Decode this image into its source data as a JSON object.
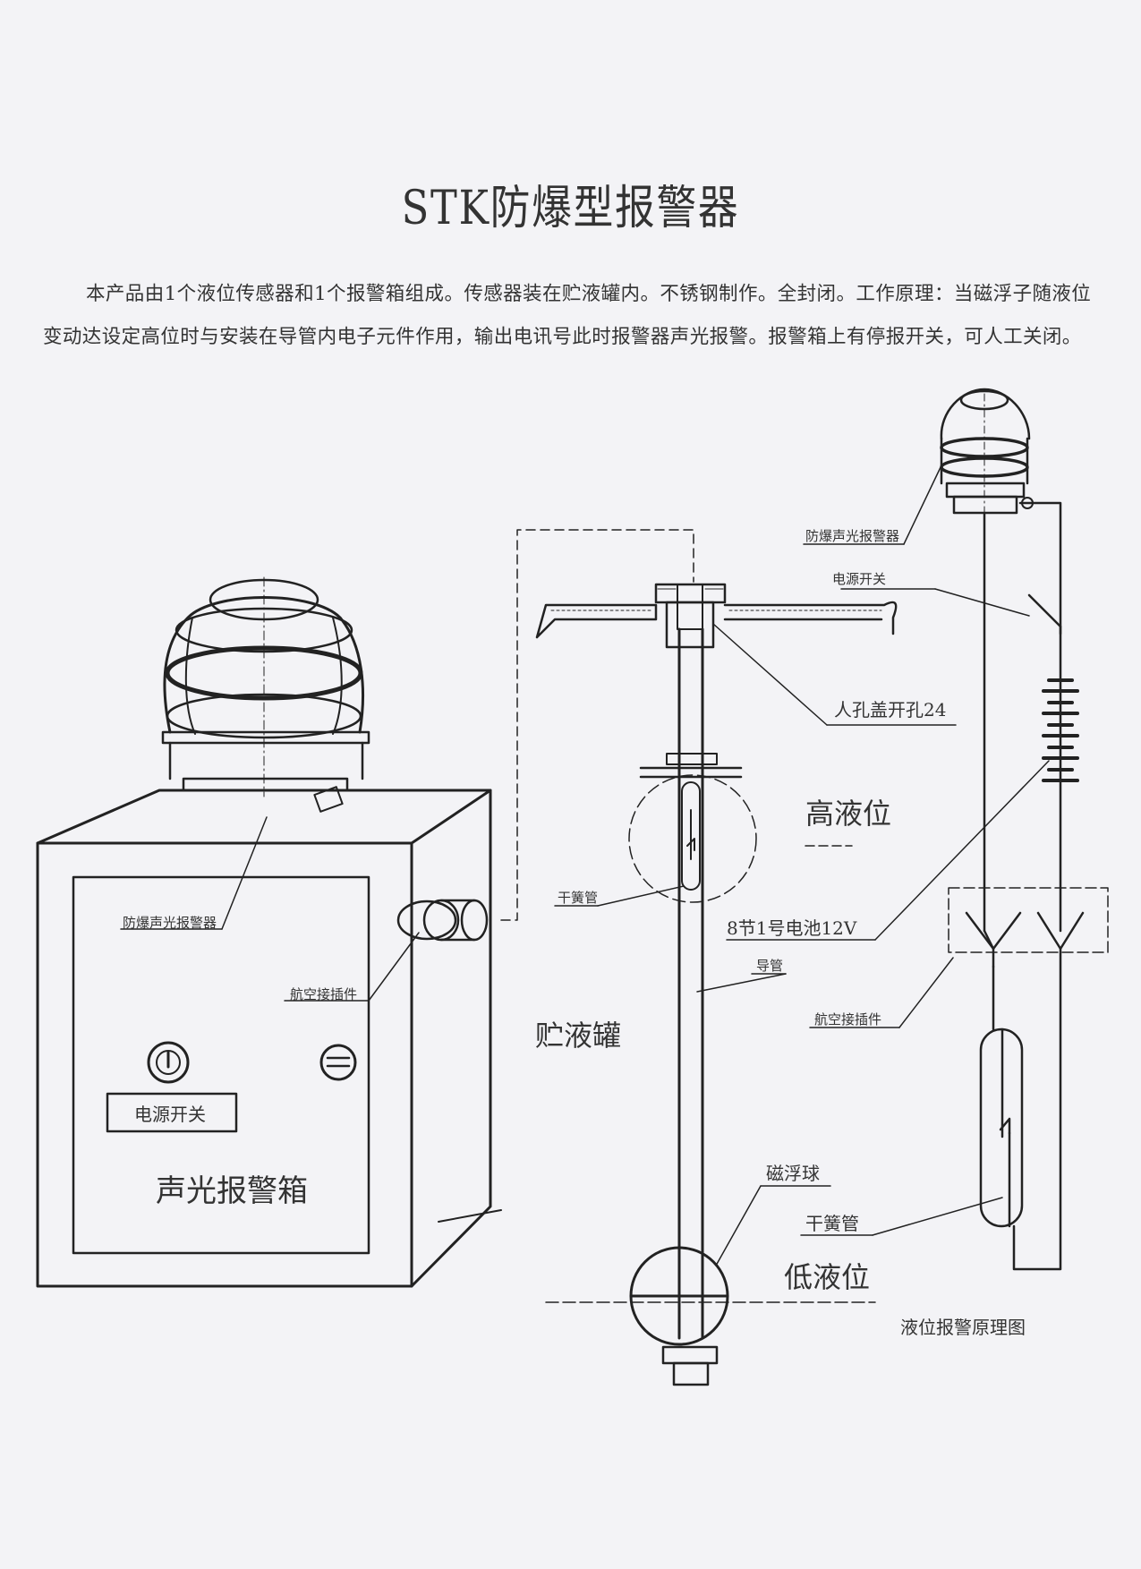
{
  "title": "STK防爆型报警器",
  "description": "本产品由1个液位传感器和1个报警箱组成。传感器装在贮液罐内。不锈钢制作。全封闭。工作原理：当磁浮子随液位变动达设定高位时与安装在导管内电子元件作用，输出电讯号此时报警器声光报警。报警箱上有停报开关，可人工关闭。",
  "box_labels": {
    "alarm_lamp": "防爆声光报警器",
    "connector": "航空接插件",
    "power_switch": "电源开关",
    "alarm_box": "声光报警箱"
  },
  "sensor_labels": {
    "manhole": "人孔盖开孔24",
    "high_level": "高液位",
    "reed_tube": "干簧管",
    "guide_tube": "导管",
    "tank": "贮液罐",
    "float_ball": "磁浮球",
    "low_level": "低液位"
  },
  "schematic_labels": {
    "alarm_lamp": "防爆声光报警器",
    "power_switch": "电源开关",
    "battery": "8节1号电池12V",
    "connector": "航空接插件",
    "reed_tube": "干簧管",
    "caption": "液位报警原理图"
  }
}
